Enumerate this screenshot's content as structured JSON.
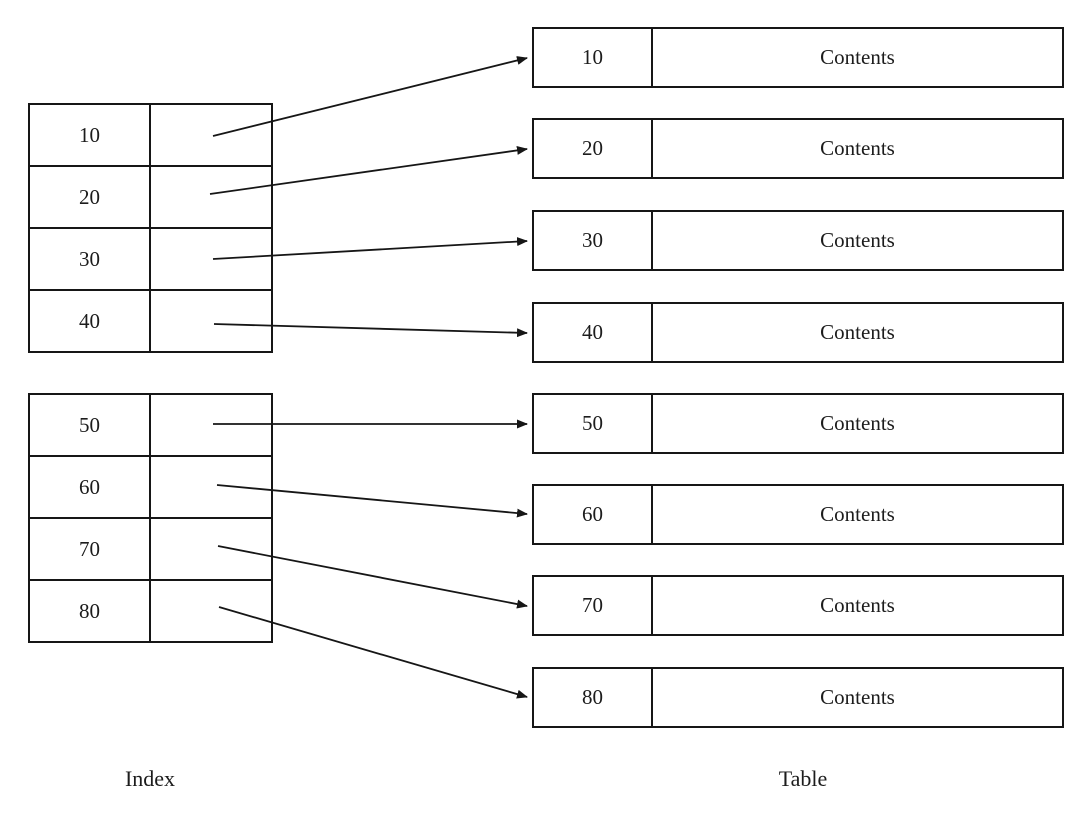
{
  "diagram": {
    "title": "index-to-table pointer diagram",
    "background_color": "#ffffff",
    "line_color": "#161616",
    "index_label": "Index",
    "table_label": "Table",
    "index_blocks": [
      {
        "rows": [
          {
            "key": "10"
          },
          {
            "key": "20"
          },
          {
            "key": "30"
          },
          {
            "key": "40"
          }
        ]
      },
      {
        "rows": [
          {
            "key": "50"
          },
          {
            "key": "60"
          },
          {
            "key": "70"
          },
          {
            "key": "80"
          }
        ]
      }
    ],
    "table_rows": [
      {
        "key": "10",
        "contents": "Contents"
      },
      {
        "key": "20",
        "contents": "Contents"
      },
      {
        "key": "30",
        "contents": "Contents"
      },
      {
        "key": "40",
        "contents": "Contents"
      },
      {
        "key": "50",
        "contents": "Contents"
      },
      {
        "key": "60",
        "contents": "Contents"
      },
      {
        "key": "70",
        "contents": "Contents"
      },
      {
        "key": "80",
        "contents": "Contents"
      }
    ],
    "arrows": [
      {
        "from": "10",
        "to": "10"
      },
      {
        "from": "20",
        "to": "20"
      },
      {
        "from": "30",
        "to": "30"
      },
      {
        "from": "40",
        "to": "40"
      },
      {
        "from": "50",
        "to": "50"
      },
      {
        "from": "60",
        "to": "60"
      },
      {
        "from": "70",
        "to": "70"
      },
      {
        "from": "80",
        "to": "80"
      }
    ]
  }
}
